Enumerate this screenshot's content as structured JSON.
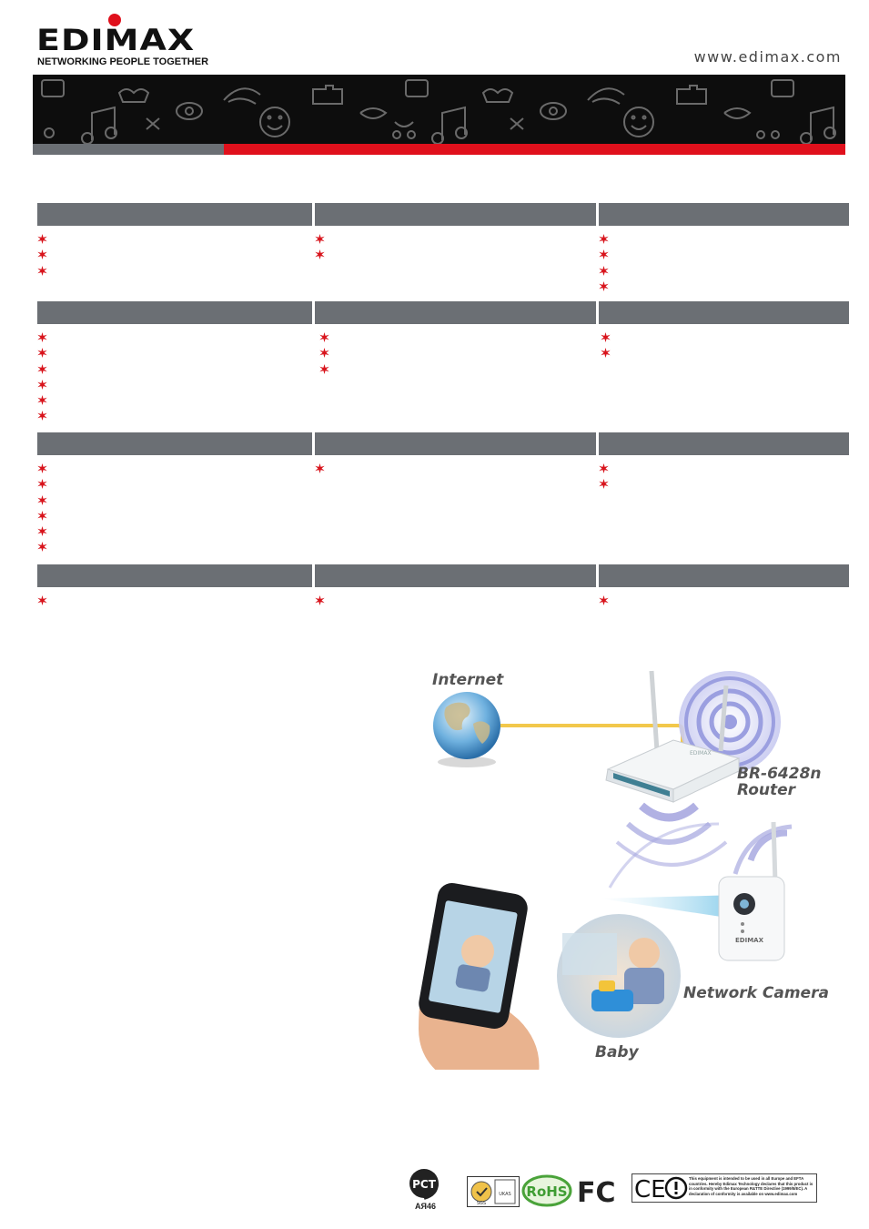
{
  "brand": {
    "name": "EDIMAX",
    "tagline": "NETWORKING PEOPLE TOGETHER",
    "url": "www.edimax.com",
    "accent_color": "#e0101c",
    "header_bar_color": "#6b6f74"
  },
  "sections": [
    {
      "bullet_counts": [
        3,
        2,
        4
      ]
    },
    {
      "bullet_counts": [
        6,
        3,
        2
      ]
    },
    {
      "bullet_counts": [
        6,
        1,
        2
      ]
    },
    {
      "bullet_counts": [
        1,
        1,
        1
      ]
    }
  ],
  "diagram": {
    "internet_label": "Internet",
    "router_label_line1": "BR-6428n",
    "router_label_line2": "Router",
    "camera_label": "Network Camera",
    "baby_label": "Baby",
    "camera_brand": "EDIMAX",
    "router_brand": "EDIMAX"
  },
  "certifications": {
    "pct_code": "AЯ46",
    "pct_mark": "PCT",
    "sgs_label": "SGS",
    "ukas_label": "UKAS",
    "rohs_label": "RoHS",
    "fc_label": "FC",
    "ce_label": "CE",
    "ce_text": "This equipment is intended to be used in all Europe and EFTA countries. Hereby Edimax Technology declares that this product is in conformity with the European R&TTE Directive (1999/5/EC). A declaration of conformity is available on www.edimax.com"
  }
}
